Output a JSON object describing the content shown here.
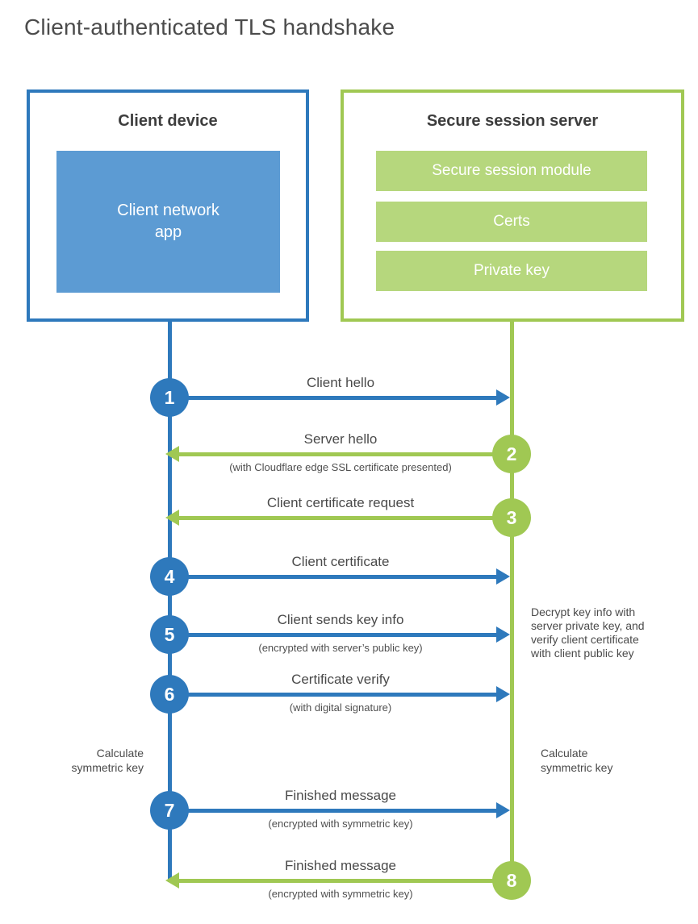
{
  "title": "Client-authenticated TLS handshake",
  "colors": {
    "blue": "#2e79bc",
    "blue-fill": "#5c9bd3",
    "green": "#a0c853",
    "green-fill": "#b6d77d"
  },
  "client_box": {
    "title": "Client device",
    "app_lines": [
      "Client network",
      "app"
    ]
  },
  "server_box": {
    "title": "Secure session server",
    "modules": [
      "Secure session module",
      "Certs",
      "Private key"
    ]
  },
  "steps": [
    {
      "num": "1",
      "from": "client",
      "to": "server",
      "label": "Client hello",
      "sub": ""
    },
    {
      "num": "2",
      "from": "server",
      "to": "client",
      "label": "Server hello",
      "sub": "(with Cloudflare edge SSL certificate presented)"
    },
    {
      "num": "3",
      "from": "server",
      "to": "client",
      "label": "Client certificate request",
      "sub": ""
    },
    {
      "num": "4",
      "from": "client",
      "to": "server",
      "label": "Client certificate",
      "sub": ""
    },
    {
      "num": "5",
      "from": "client",
      "to": "server",
      "label": "Client sends key info",
      "sub": "(encrypted with server’s public key)"
    },
    {
      "num": "6",
      "from": "client",
      "to": "server",
      "label": "Certificate verify",
      "sub": "(with digital signature)"
    },
    {
      "num": "7",
      "from": "client",
      "to": "server",
      "label": "Finished message",
      "sub": "(encrypted with symmetric key)"
    },
    {
      "num": "8",
      "from": "server",
      "to": "client",
      "label": "Finished message",
      "sub": "(encrypted with symmetric key)"
    }
  ],
  "annotations": {
    "server_note_lines": [
      "Decrypt key info with",
      "server private key, and",
      "verify client certificate",
      "with client public key"
    ],
    "calc_left_lines": [
      "Calculate",
      "symmetric key"
    ],
    "calc_right_lines": [
      "Calculate",
      "symmetric key"
    ]
  }
}
